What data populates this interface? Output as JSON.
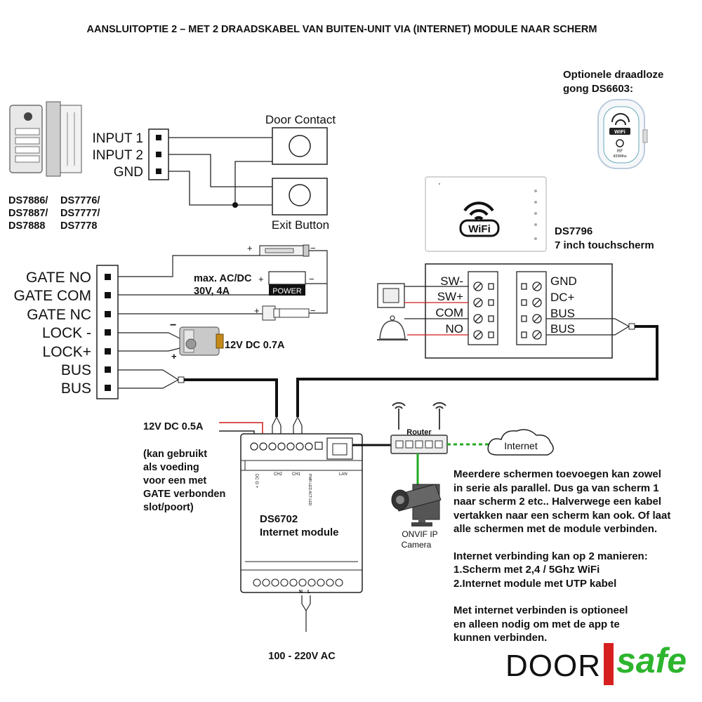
{
  "title": "AANSLUITOPTIE 2 – MET 2 DRAADSKABEL VAN BUITEN-UNIT VIA (INTERNET) MODULE NAAR SCHERM",
  "outdoor_unit": {
    "models_col1": [
      "DS7886/",
      "DS7887/",
      "DS7888"
    ],
    "models_col2": [
      "DS7776/",
      "DS7777/",
      "DS7778"
    ]
  },
  "input_terminals": [
    "INPUT 1",
    "INPUT 2",
    "GND"
  ],
  "door_contact_label": "Door Contact",
  "exit_button_label": "Exit Button",
  "main_terminals": [
    "GATE NO",
    "GATE COM",
    "GATE NC",
    "LOCK -",
    "LOCK+",
    "BUS",
    "BUS"
  ],
  "power": {
    "spec_line1": "max. AC/DC",
    "spec_line2": "30V, 4A",
    "box_label": "POWER",
    "plus": "+",
    "minus": "−"
  },
  "lock_spec": "12V DC 0.7A",
  "chime": {
    "line1": "Optionele draadloze",
    "line2": "gong DS6603:",
    "icon_text": [
      "WiFi",
      "RF",
      "433Mhz"
    ]
  },
  "monitor": {
    "model": "DS7796",
    "description": "7 inch touchscherm",
    "wifi_text": "WiFi",
    "left_terminals": [
      "SW-",
      "SW+",
      "COM",
      "NO"
    ],
    "right_terminals": [
      "GND",
      "DC+",
      "BUS",
      "BUS"
    ]
  },
  "module": {
    "power_label": "12V DC 0.5A",
    "power_note": [
      "(kan gebruikt",
      "als voeding",
      "voor een met",
      "GATE verbonden",
      "slot/poort)"
    ],
    "name_line1": "DS6702",
    "name_line2": "Internet module",
    "port_labels": [
      "DC G  +",
      "CH2",
      "CH1",
      "PWR-LED ACT-LED",
      "LAN"
    ],
    "nl_labels": [
      "N",
      "L"
    ],
    "mains_label": "100 -  220V AC"
  },
  "router_label": "Router",
  "internet_label": "Internet",
  "camera_label": [
    "ONVIF IP",
    "Camera"
  ],
  "notes": [
    [
      "Meerdere schermen toevoegen kan zowel",
      "in serie als parallel. Dus ga van scherm 1",
      "naar scherm 2 etc.. Halverwege een kabel",
      "vertakken naar een scherm kan ook. Of laat",
      "alle schermen met de module verbinden."
    ],
    [
      "Internet verbinding kan op 2 manieren:",
      "1.Scherm met 2,4 / 5Ghz WiFi",
      "2.Internet module met UTP kabel"
    ],
    [
      "Met internet verbinden is optioneel",
      "en alleen nodig om met de app te",
      "kunnen verbinden."
    ]
  ],
  "logo": {
    "part1": "DOOR",
    "part2": "safe"
  },
  "colors": {
    "red_wire": "#d11a1a",
    "green_link": "#22aa22",
    "logo_red": "#d62020",
    "logo_green": "#2db52d"
  }
}
